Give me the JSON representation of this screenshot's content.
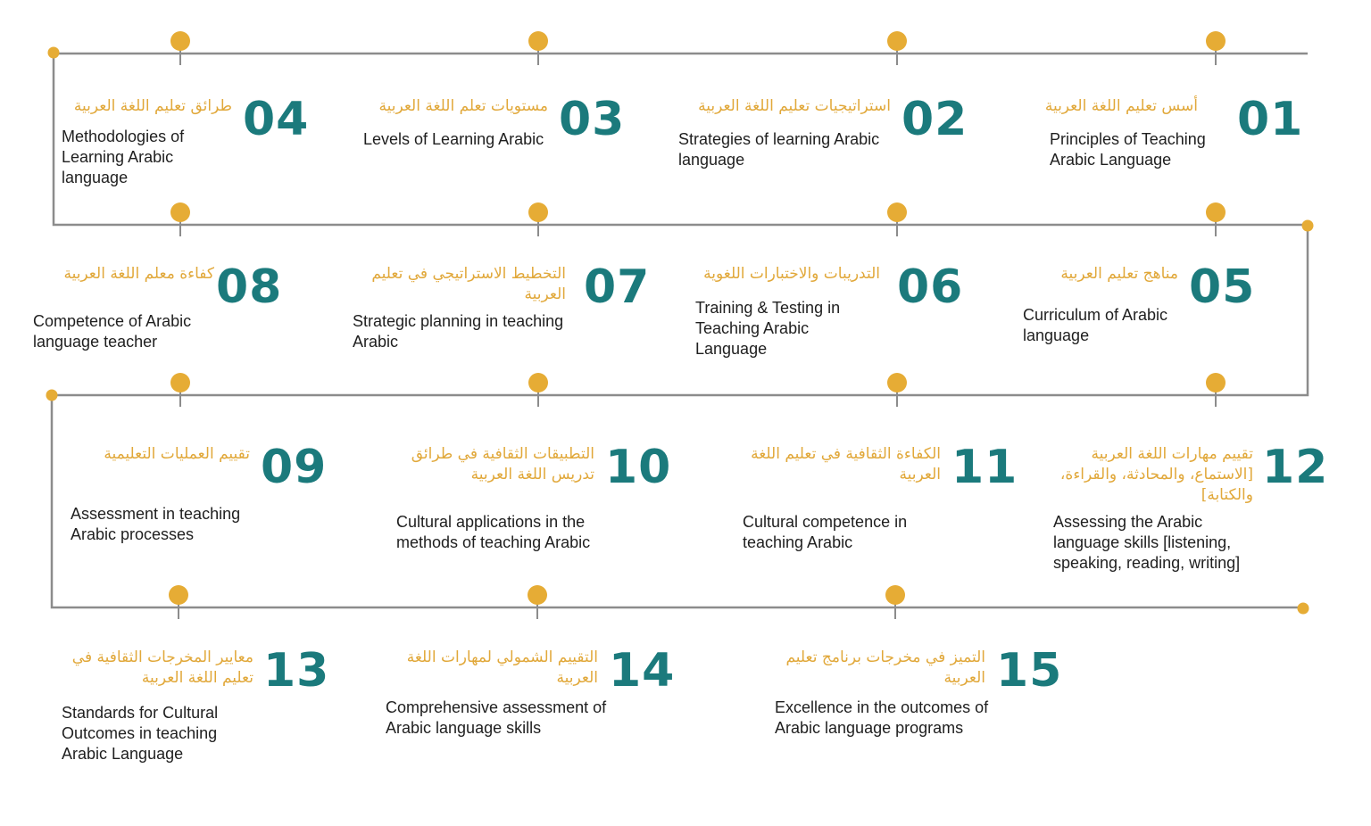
{
  "colors": {
    "line": "#8c8c8c",
    "dot": "#e6ac35",
    "number": "#1b7a7c",
    "arabic": "#e1a83a",
    "english": "#1f1f1f"
  },
  "items": [
    {
      "num": "01",
      "ar": "أسس تعليم اللغة العربية",
      "en": "Principles of Teaching Arabic Language"
    },
    {
      "num": "02",
      "ar": "استراتيجيات تعليم اللغة العربية",
      "en": "Strategies of learning Arabic language"
    },
    {
      "num": "03",
      "ar": "مستويات تعلم اللغة العربية",
      "en": "Levels of Learning Arabic"
    },
    {
      "num": "04",
      "ar": "طرائق تعليم اللغة العربية",
      "en": "Methodologies of Learning Arabic language"
    },
    {
      "num": "05",
      "ar": "مناهج تعليم العربية",
      "en": "Curriculum of Arabic language"
    },
    {
      "num": "06",
      "ar": "التدريبات والاختبارات اللغوية",
      "en": "Training & Testing in Teaching Arabic Language"
    },
    {
      "num": "07",
      "ar": "التخطيط الاستراتيجي في تعليم العربية",
      "en": "Strategic planning in teaching Arabic"
    },
    {
      "num": "08",
      "ar": "كفاءة معلم اللغة العربية",
      "en": "Competence of Arabic language teacher"
    },
    {
      "num": "09",
      "ar": "تقييم العمليات التعليمية",
      "en": "Assessment in teaching Arabic processes"
    },
    {
      "num": "10",
      "ar": "التطبيقات الثقافية في طرائق تدريس اللغة العربية",
      "en": "Cultural applications in the methods of teaching Arabic"
    },
    {
      "num": "11",
      "ar": "الكفاءة الثقافية في تعليم اللغة العربية",
      "en": "Cultural competence in teaching Arabic"
    },
    {
      "num": "12",
      "ar": "تقييم مهارات اللغة العربية [الاستماع، والمحادثة، والقراءة، والكتابة]",
      "en": "Assessing the Arabic language skills  [listening, speaking, reading, writing]"
    },
    {
      "num": "13",
      "ar": "معايير المخرجات الثقافية في تعليم اللغة العربية",
      "en": "Standards for Cultural Outcomes in teaching Arabic Language"
    },
    {
      "num": "14",
      "ar": "التقييم الشمولي لمهارات اللغة العربية",
      "en": "Comprehensive assessment of Arabic language skills"
    },
    {
      "num": "15",
      "ar": "التميز في مخرجات برنامج تعليم العربية",
      "en": "Excellence in the outcomes of Arabic language programs"
    }
  ]
}
